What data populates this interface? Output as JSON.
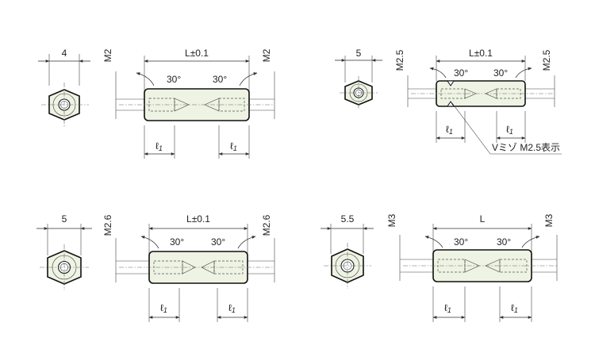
{
  "views": [
    {
      "id": "m2",
      "hex_width": "4",
      "thread_left": "M2",
      "thread_right": "M2",
      "length": "L±0.1",
      "angle_left": "30°",
      "angle_right": "30°",
      "depth_left": "ℓ",
      "depth_left_sub": "1",
      "depth_right": "ℓ",
      "depth_right_sub": "1",
      "v_groove": false
    },
    {
      "id": "m25",
      "hex_width": "5",
      "thread_left": "M2.5",
      "thread_right": "M2.5",
      "length": "L±0.1",
      "angle_left": "30°",
      "angle_right": "30°",
      "depth_left": "ℓ",
      "depth_left_sub": "1",
      "depth_right": "ℓ",
      "depth_right_sub": "1",
      "v_groove": true,
      "v_groove_note": "Vミゾ M2.5表示"
    },
    {
      "id": "m26",
      "hex_width": "5",
      "thread_left": "M2.6",
      "thread_right": "M2.6",
      "length": "L±0.1",
      "angle_left": "30°",
      "angle_right": "30°",
      "depth_left": "ℓ",
      "depth_left_sub": "1",
      "depth_right": "ℓ",
      "depth_right_sub": "1",
      "v_groove": false
    },
    {
      "id": "m3",
      "hex_width": "5.5",
      "thread_left": "M3",
      "thread_right": "M3",
      "length": "L",
      "angle_left": "30°",
      "angle_right": "30°",
      "depth_left": "ℓ",
      "depth_left_sub": "1",
      "depth_right": "ℓ",
      "depth_right_sub": "1",
      "v_groove": false
    }
  ]
}
